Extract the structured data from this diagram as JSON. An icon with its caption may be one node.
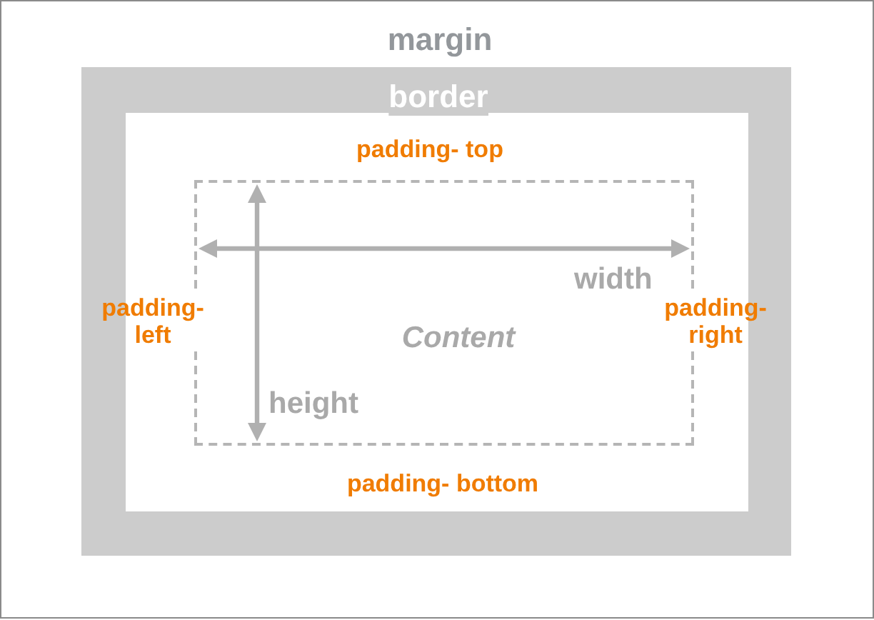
{
  "diagram": {
    "nodes": [
      {
        "text": [
          "margin"
        ]
      },
      {
        "text": [
          "border"
        ],
        "in": 0
      },
      {
        "text": [
          "padding- top",
          "padding- left",
          "padding- right",
          "padding- bottom"
        ],
        "in": 1
      },
      {
        "text": [
          "Content"
        ],
        "in": 2
      }
    ],
    "labels": [
      "width",
      "height"
    ]
  }
}
